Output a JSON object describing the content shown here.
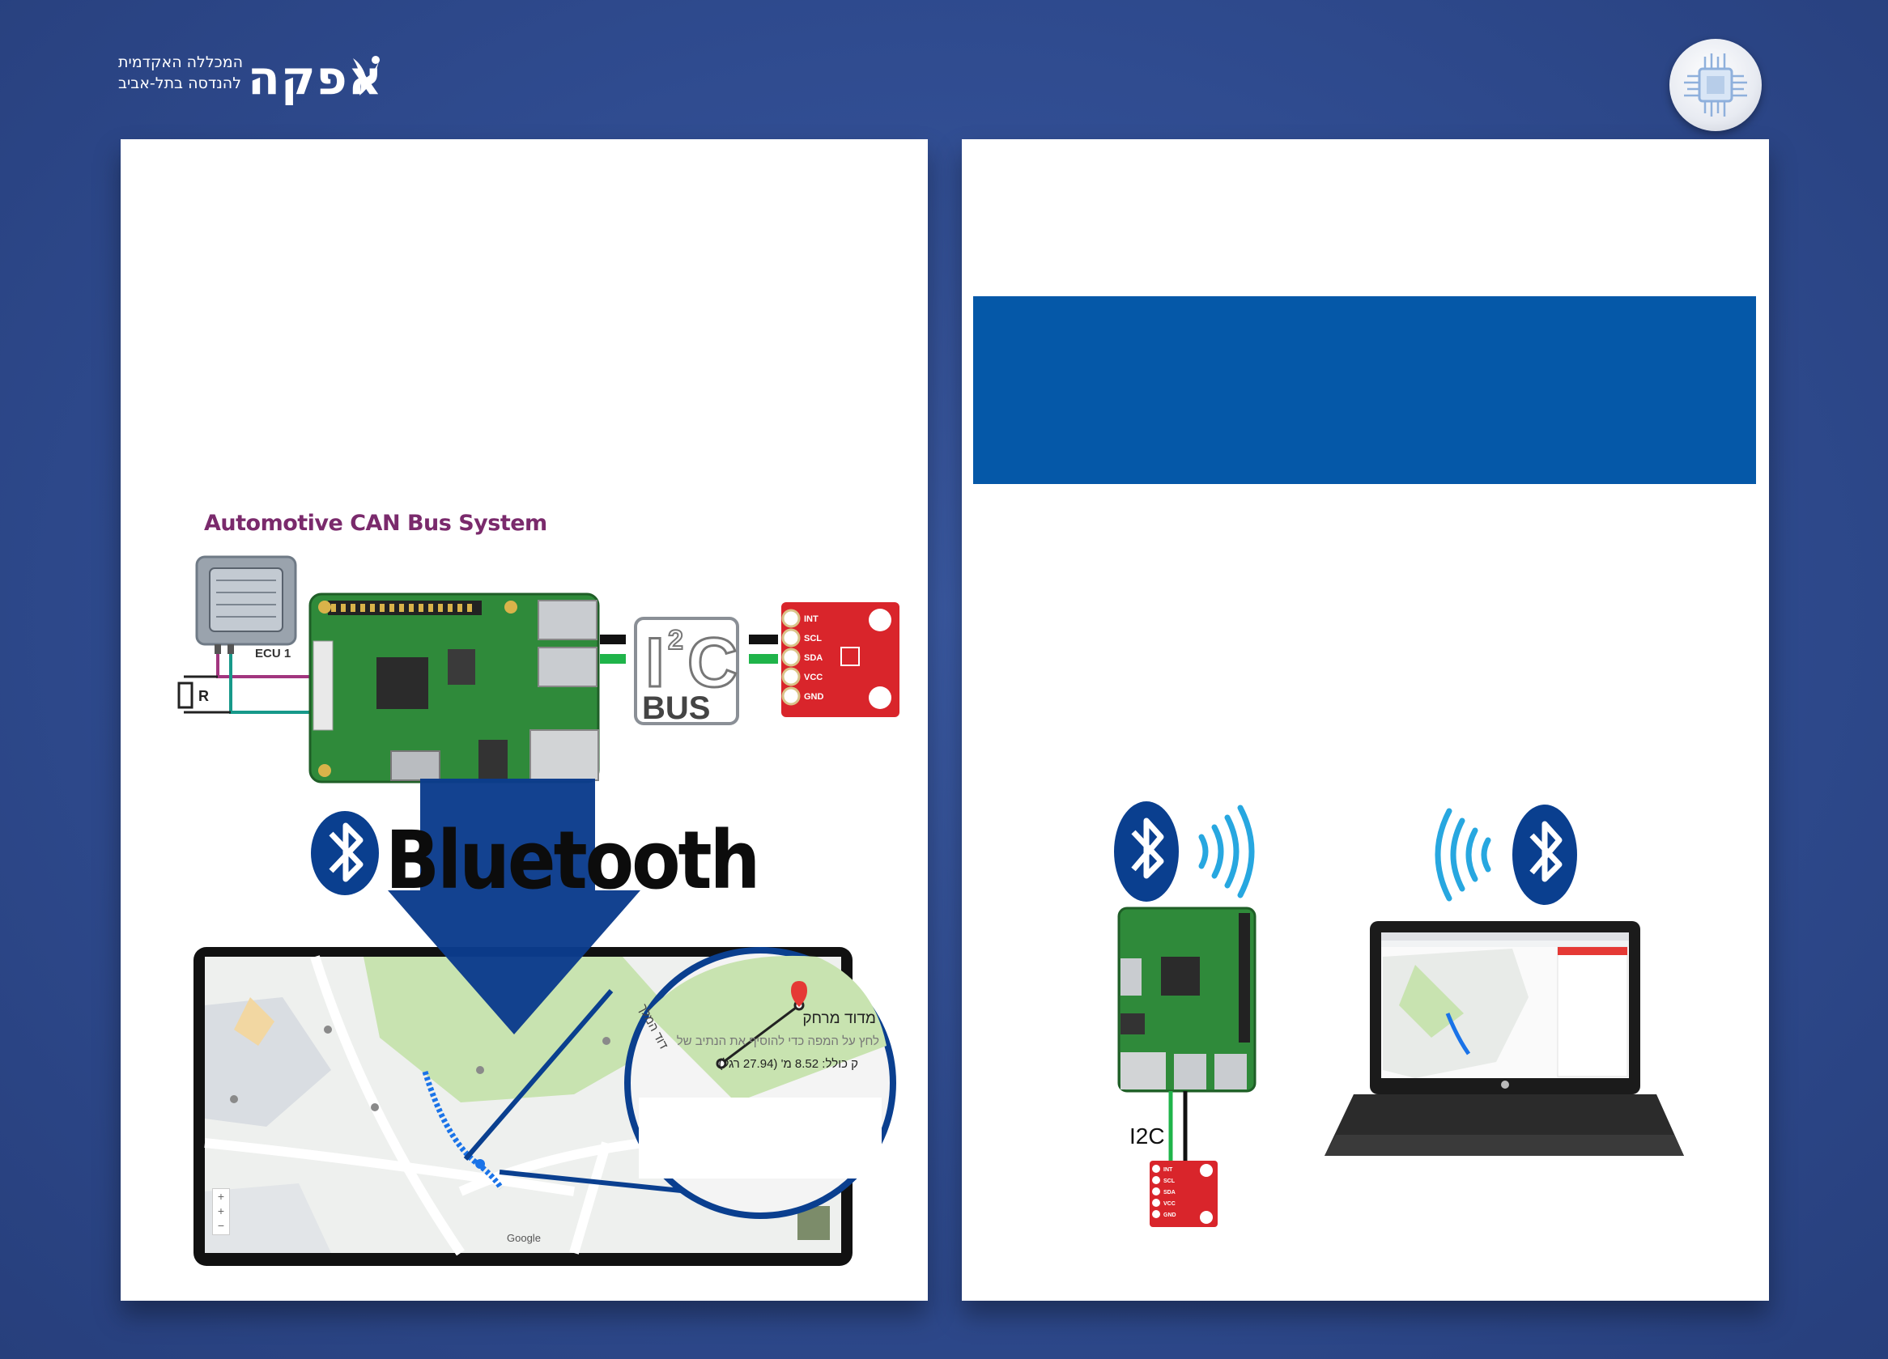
{
  "logo": {
    "name": "אפקה",
    "subtitle_line1": "המכללה האקדמית",
    "subtitle_line2": "להנדסה בתל-אביב"
  },
  "left_diagram": {
    "title": "Automotive CAN Bus System",
    "ecu_label": "ECU 1",
    "resistor_label": "R",
    "i2c_bus_label": "BUS",
    "sensor_pins": [
      "INT",
      "SCL",
      "SDA",
      "VCC",
      "GND"
    ],
    "bluetooth_label": "Bluetooth",
    "map": {
      "street_label": "דוד המלך",
      "measure_title": "מדוד מרחק",
      "measure_hint": "לחץ על המפה כדי להוסיף את הנתיב של",
      "measure_total": "ק כולל: 8.52 מ' (27.94 רגל)",
      "google_label": "Google"
    }
  },
  "right_diagram": {
    "i2c_label": "I2C",
    "sensor_pins": [
      "INT",
      "SCL",
      "SDA",
      "VCC",
      "GND"
    ]
  },
  "colors": {
    "background": "#2f4b8f",
    "band": "#0558a8",
    "bluetooth": "#0a3f8f",
    "arrow": "#0b3c8c",
    "title": "#7a2a6c",
    "sensor": "#d9252b",
    "pcb": "#2f8a3a"
  }
}
